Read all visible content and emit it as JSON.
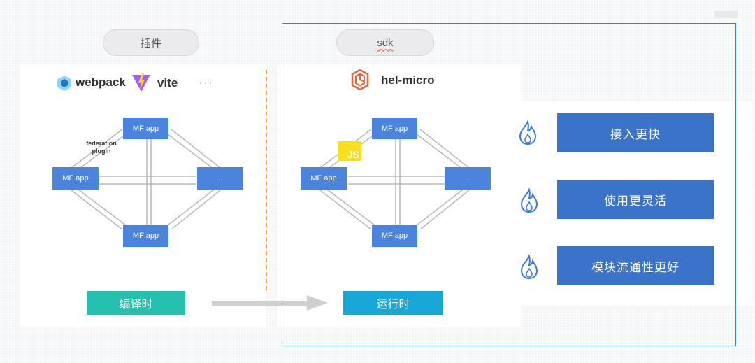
{
  "left": {
    "pill_label": "插件",
    "logos": {
      "webpack": "webpack",
      "vite": "vite",
      "more": "···"
    },
    "graph": {
      "top": "MF app",
      "left": "MF app",
      "right": "...",
      "bottom": "MF app",
      "edge_label": "federation\nplugin"
    },
    "stage_label": "编译时",
    "stage_color": "#26c1ae"
  },
  "right": {
    "pill_label": "sdk",
    "logo": "hel-micro",
    "badge": "JS",
    "graph": {
      "top": "MF app",
      "left": "MF app",
      "right": "...",
      "bottom": "MF app"
    },
    "stage_label": "运行时",
    "stage_color": "#18a8d8"
  },
  "features": [
    {
      "label": "接入更快",
      "icon": "flame-icon"
    },
    {
      "label": "使用更灵活",
      "icon": "flame-icon"
    },
    {
      "label": "模块流通性更好",
      "icon": "flame-icon"
    }
  ],
  "colors": {
    "node": "#4a84dc",
    "feature": "#3b73c9",
    "frame": "#3a7bd5",
    "divider": "#f0a24a",
    "webpack_blue": "#8ed6fb",
    "vite_purple": "#a55bf7",
    "hel_orange": "#e8643c"
  }
}
